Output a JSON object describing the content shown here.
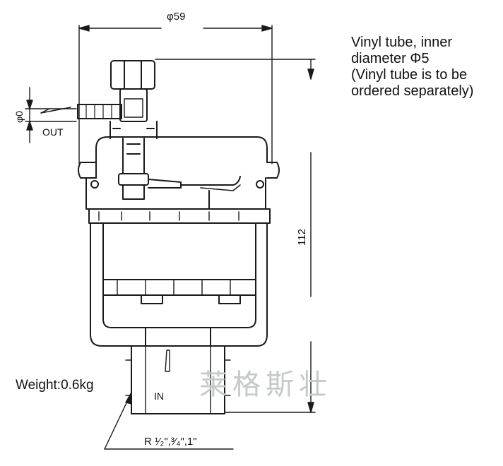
{
  "notes": {
    "tube_line1": "Vinyl tube, inner",
    "tube_line2": "diameter Φ5",
    "tube_line3": "(Vinyl tube is to be",
    "tube_line4": "ordered separately)",
    "weight": "Weight:0.6kg"
  },
  "dimensions": {
    "width": "φ59",
    "height": "112",
    "side_diameter": "φ0",
    "thread": "R ¹⁄₂\",³⁄₄\",1\""
  },
  "labels": {
    "out": "OUT",
    "in": "IN"
  },
  "watermark": "莱格斯壮"
}
